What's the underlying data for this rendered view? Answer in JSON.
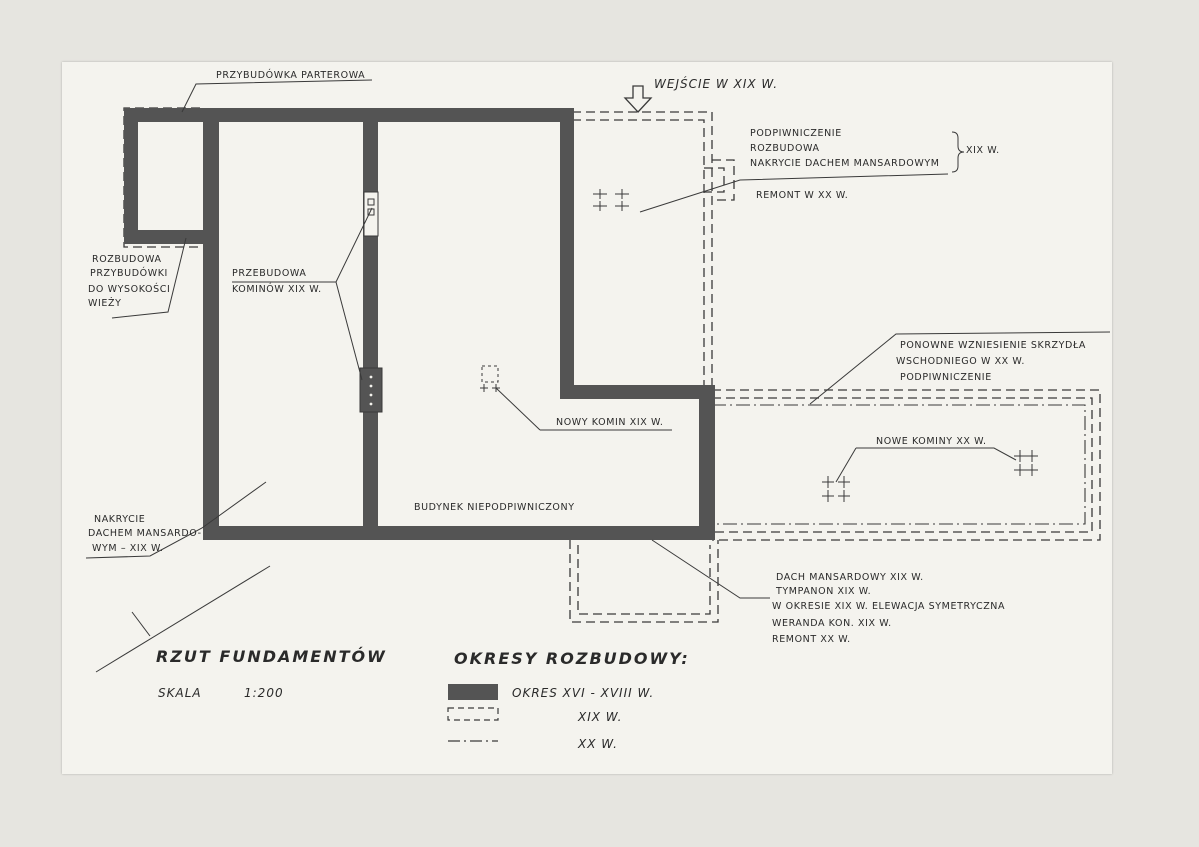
{
  "colors": {
    "ink": "#3a3a3a",
    "wall": "#545454",
    "paper": "#f4f3ee",
    "background": "#e6e5e0"
  },
  "labels": {
    "przybudowka_parterowa": "PRZYBUDÓWKA PARTEROWA",
    "wejscie": "WEJŚCIE W XIX W.",
    "podpiwniczenie_block": [
      "PODPIWNICZENIE",
      "ROZBUDOWA",
      "NAKRYCIE DACHEM MANSARDOWYM"
    ],
    "xix_brace": "XIX W.",
    "remont_xx": "REMONT W XX W.",
    "rozbudowa_przybudowki": [
      "ROZBUDOWA",
      "PRZYBUDÓWKI",
      "DO WYSOKOŚCI",
      "WIEŻY"
    ],
    "przebudowa_kominow": [
      "PRZEBUDOWA",
      "KOMINÓW XIX W."
    ],
    "ponowne_wzniesienie": [
      "PONOWNE WZNIESIENIE SKRZYDŁA",
      "WSCHODNIEGO W XX W.",
      "PODPIWNICZENIE"
    ],
    "nowy_komin": "NOWY KOMIN XIX W.",
    "nowe_kominy": "NOWE KOMINY XX W.",
    "budynek": "BUDYNEK NIEPODPIWNICZONY",
    "nakrycie_dachem": [
      "NAKRYCIE",
      "DACHEM MANSARDO-",
      "WYM – XIX W."
    ],
    "dach_mansardowy_block": [
      "DACH MANSARDOWY XIX W.",
      "TYMPANON XIX W.",
      "W OKRESIE XIX W. ELEWACJA SYMETRYCZNA",
      "WERANDA KON. XIX W.",
      "REMONT XX W."
    ]
  },
  "title_block": {
    "title": "RZUT FUNDAMENTÓW",
    "scale_label": "SKALA",
    "scale_value": "1:200"
  },
  "legend": {
    "heading": "OKRESY ROZBUDOWY:",
    "items": [
      {
        "style": "solid",
        "label": "OKRES XVI - XVIII W."
      },
      {
        "style": "dashed",
        "label": "XIX W."
      },
      {
        "style": "dashdot",
        "label": "XX W."
      }
    ]
  }
}
